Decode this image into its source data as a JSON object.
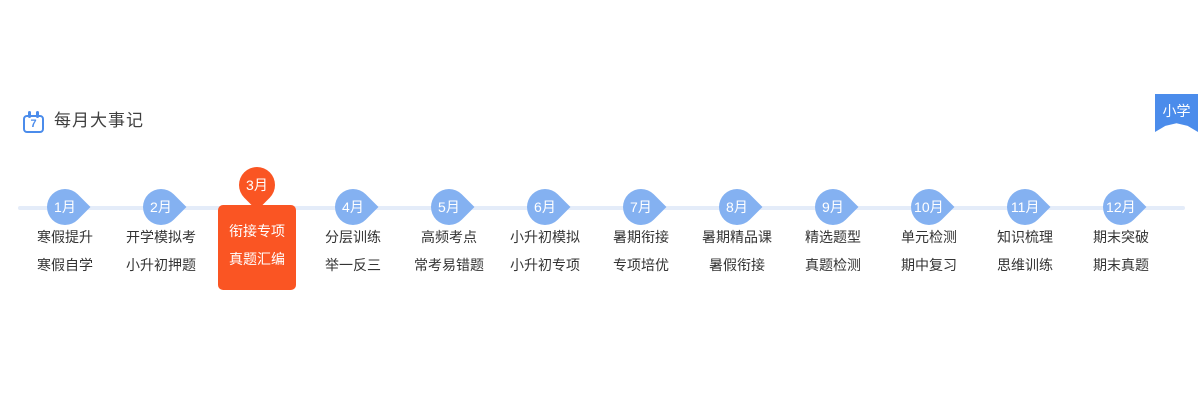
{
  "header": {
    "title": "每月大事记",
    "calendar_day": "7",
    "grade_badge_label": "小学"
  },
  "colors": {
    "bubble_blue": "#84b1f1",
    "track_blue": "#e4ecf9",
    "active_orange": "#fa5523",
    "ribbon_blue": "#4b8ceb",
    "title_text": "#3f3f3f",
    "item_text": "#333333"
  },
  "timeline": {
    "months": [
      {
        "label": "1月",
        "lines": [
          "寒假提升",
          "寒假自学"
        ],
        "active": false
      },
      {
        "label": "2月",
        "lines": [
          "开学模拟考",
          "小升初押题"
        ],
        "active": false
      },
      {
        "label": "3月",
        "lines": [
          "衔接专项",
          "真题汇编"
        ],
        "active": true
      },
      {
        "label": "4月",
        "lines": [
          "分层训练",
          "举一反三"
        ],
        "active": false
      },
      {
        "label": "5月",
        "lines": [
          "高频考点",
          "常考易错题"
        ],
        "active": false
      },
      {
        "label": "6月",
        "lines": [
          "小升初模拟",
          "小升初专项"
        ],
        "active": false
      },
      {
        "label": "7月",
        "lines": [
          "暑期衔接",
          "专项培优"
        ],
        "active": false
      },
      {
        "label": "8月",
        "lines": [
          "暑期精品课",
          "暑假衔接"
        ],
        "active": false
      },
      {
        "label": "9月",
        "lines": [
          "精选题型",
          "真题检测"
        ],
        "active": false
      },
      {
        "label": "10月",
        "lines": [
          "单元检测",
          "期中复习"
        ],
        "active": false
      },
      {
        "label": "11月",
        "lines": [
          "知识梳理",
          "思维训练"
        ],
        "active": false
      },
      {
        "label": "12月",
        "lines": [
          "期末突破",
          "期末真题"
        ],
        "active": false
      }
    ]
  }
}
